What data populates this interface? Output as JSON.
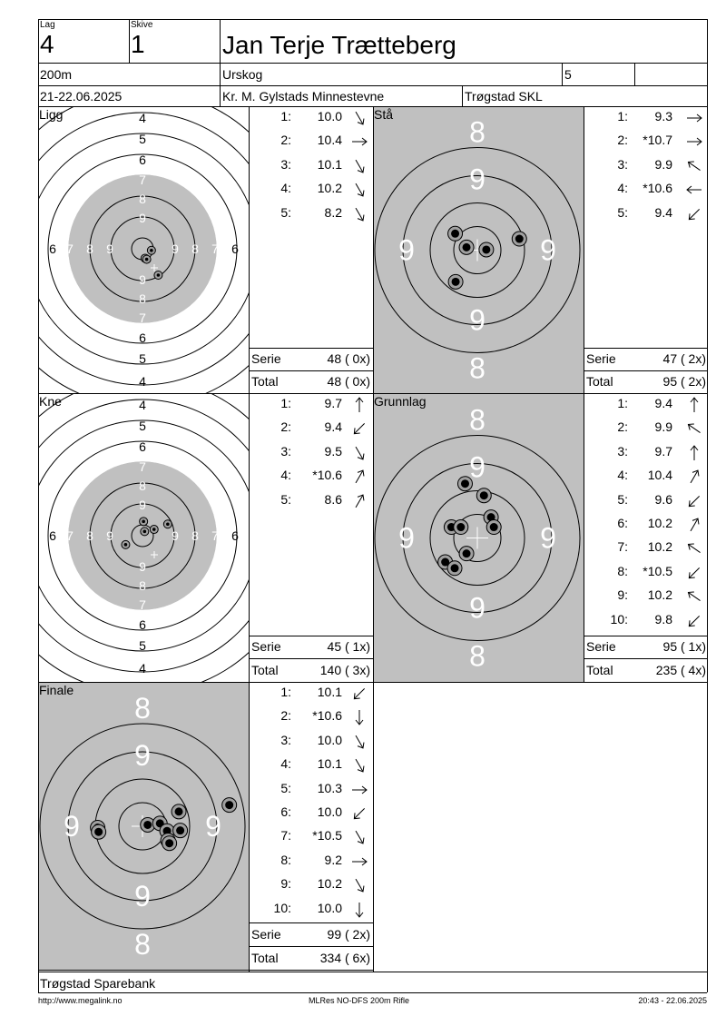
{
  "header": {
    "lag_label": "Lag",
    "lag_value": "4",
    "skive_label": "Skive",
    "skive_value": "1",
    "name": "Jan Terje Trætteberg",
    "distance": "200m",
    "club": "Urskog",
    "klasse": "5",
    "date": "21-22.06.2025",
    "event": "Kr. M. Gylstads Minnestevne",
    "organizer": "Trøgstad SKL"
  },
  "panels": [
    {
      "key": "ligg",
      "title": "Ligg",
      "target": "small",
      "shots": [
        {
          "n": "1:",
          "v": "10.0",
          "dir": "down-right"
        },
        {
          "n": "2:",
          "v": "10.4",
          "dir": "right"
        },
        {
          "n": "3:",
          "v": "10.1",
          "dir": "down-right"
        },
        {
          "n": "4:",
          "v": "10.2",
          "dir": "down-right"
        },
        {
          "n": "5:",
          "v": "8.2",
          "dir": "down-right"
        }
      ],
      "serie_label": "Serie",
      "serie_value": "48 ( 0x)",
      "total_label": "Total",
      "total_value": "48 ( 0x)",
      "hits": [
        [
          0.17,
          0.03
        ],
        [
          0.05,
          0.18
        ],
        [
          0.08,
          0.2
        ],
        [
          0.3,
          0.5
        ]
      ]
    },
    {
      "key": "sta",
      "title": "Stå",
      "target": "large",
      "shots": [
        {
          "n": "1:",
          "v": "9.3",
          "dir": "right"
        },
        {
          "n": "2:",
          "v": "*10.7",
          "dir": "right"
        },
        {
          "n": "3:",
          "v": "9.9",
          "dir": "up-left"
        },
        {
          "n": "4:",
          "v": "*10.6",
          "dir": "left"
        },
        {
          "n": "5:",
          "v": "9.4",
          "dir": "down-left"
        }
      ],
      "serie_label": "Serie",
      "serie_value": "47 ( 2x)",
      "total_label": "Total",
      "total_value": "95 ( 2x)",
      "hits": [
        [
          -0.23,
          -0.06
        ],
        [
          0.19,
          -0.01
        ],
        [
          -0.47,
          -0.35
        ],
        [
          0.89,
          -0.24
        ],
        [
          -0.46,
          0.67
        ]
      ]
    },
    {
      "key": "kne",
      "title": "Kne",
      "target": "small",
      "shots": [
        {
          "n": "1:",
          "v": "9.7",
          "dir": "up"
        },
        {
          "n": "2:",
          "v": "9.4",
          "dir": "down-left"
        },
        {
          "n": "3:",
          "v": "9.5",
          "dir": "down-right"
        },
        {
          "n": "4:",
          "v": "*10.6",
          "dir": "up-right"
        },
        {
          "n": "5:",
          "v": "8.6",
          "dir": "up-right"
        }
      ],
      "serie_label": "Serie",
      "serie_value": "45 ( 1x)",
      "total_label": "Total",
      "total_value": "140 ( 3x)",
      "hits": [
        [
          0.02,
          -0.27
        ],
        [
          0.22,
          -0.12
        ],
        [
          0.48,
          -0.22
        ],
        [
          0.04,
          -0.08
        ],
        [
          -0.32,
          0.17
        ]
      ]
    },
    {
      "key": "grunnlag",
      "title": "Grunnlag",
      "target": "large",
      "shots": [
        {
          "n": "1:",
          "v": "9.4",
          "dir": "up"
        },
        {
          "n": "2:",
          "v": "9.9",
          "dir": "up-left"
        },
        {
          "n": "3:",
          "v": "9.7",
          "dir": "up"
        },
        {
          "n": "4:",
          "v": "10.4",
          "dir": "up-right"
        },
        {
          "n": "5:",
          "v": "9.6",
          "dir": "down-left"
        },
        {
          "n": "6:",
          "v": "10.2",
          "dir": "up-right"
        },
        {
          "n": "7:",
          "v": "10.2",
          "dir": "up-left"
        },
        {
          "n": "8:",
          "v": "*10.5",
          "dir": "down-left"
        },
        {
          "n": "9:",
          "v": "10.2",
          "dir": "up-left"
        },
        {
          "n": "10:",
          "v": "9.8",
          "dir": "down-left"
        }
      ],
      "serie_label": "Serie",
      "serie_value": "95 ( 1x)",
      "total_label": "Total",
      "total_value": "235 ( 4x)",
      "hits": [
        [
          -0.26,
          -1.15
        ],
        [
          0.14,
          -0.9
        ],
        [
          0.29,
          -0.44
        ],
        [
          0.35,
          -0.23
        ],
        [
          -0.55,
          -0.23
        ],
        [
          -0.35,
          -0.23
        ],
        [
          -0.23,
          0.33
        ],
        [
          -0.68,
          0.51
        ],
        [
          -0.48,
          0.64
        ]
      ]
    },
    {
      "key": "finale",
      "title": "Finale",
      "target": "large",
      "shots": [
        {
          "n": "1:",
          "v": "10.1",
          "dir": "down-left"
        },
        {
          "n": "2:",
          "v": "*10.6",
          "dir": "down"
        },
        {
          "n": "3:",
          "v": "10.0",
          "dir": "down-right"
        },
        {
          "n": "4:",
          "v": "10.1",
          "dir": "down-right"
        },
        {
          "n": "5:",
          "v": "10.3",
          "dir": "right"
        },
        {
          "n": "6:",
          "v": "10.0",
          "dir": "down-left"
        },
        {
          "n": "7:",
          "v": "*10.5",
          "dir": "down-right"
        },
        {
          "n": "8:",
          "v": "9.2",
          "dir": "right"
        },
        {
          "n": "9:",
          "v": "10.2",
          "dir": "down-right"
        },
        {
          "n": "10:",
          "v": "10.0",
          "dir": "down"
        }
      ],
      "serie_label": "Serie",
      "serie_value": "99 ( 2x)",
      "total_label": "Total",
      "total_value": "334 ( 6x)",
      "hits": [
        [
          0.77,
          -0.31
        ],
        [
          1.84,
          -0.45
        ],
        [
          0.11,
          -0.03
        ],
        [
          0.37,
          -0.06
        ],
        [
          0.52,
          0.1
        ],
        [
          0.8,
          0.09
        ],
        [
          0.54,
          0.3
        ],
        [
          0.57,
          0.36
        ],
        [
          -0.95,
          0.03
        ],
        [
          -0.93,
          0.12
        ]
      ]
    }
  ],
  "sponsor": "Trøgstad Sparebank",
  "footer": {
    "left": "http://www.megalink.no",
    "center": "MLRes NO-DFS 200m Rifle",
    "right": "20:43 - 22.06.2025"
  },
  "colors": {
    "target_fill": "#c0c0c0",
    "ring": "#000000",
    "text_white": "#ffffff"
  }
}
